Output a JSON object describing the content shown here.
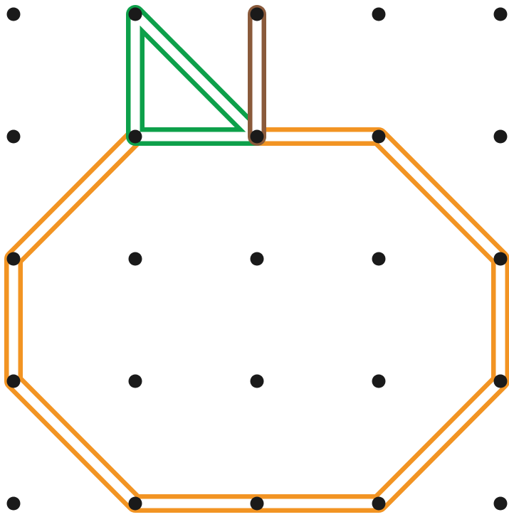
{
  "geoboard": {
    "grid": {
      "columns": 5,
      "rows": 5
    },
    "colors": {
      "background": "#ffffff",
      "peg": "#1a1a1a",
      "orange_band": "#f29423",
      "green_band": "#0da04a",
      "brown_band": "#8a5a3b"
    },
    "bands": [
      {
        "name": "apple-body-band",
        "color_key": "orange_band",
        "pegs": [
          [
            1,
            1
          ],
          [
            3,
            1
          ],
          [
            4,
            2
          ],
          [
            4,
            3
          ],
          [
            3,
            4
          ],
          [
            1,
            4
          ],
          [
            0,
            3
          ],
          [
            0,
            2
          ]
        ]
      },
      {
        "name": "leaf-band",
        "color_key": "green_band",
        "pegs": [
          [
            1,
            0
          ],
          [
            2,
            1
          ],
          [
            1,
            1
          ]
        ]
      },
      {
        "name": "stem-band",
        "color_key": "brown_band",
        "pegs": [
          [
            2,
            0
          ],
          [
            2,
            1
          ]
        ]
      }
    ]
  }
}
